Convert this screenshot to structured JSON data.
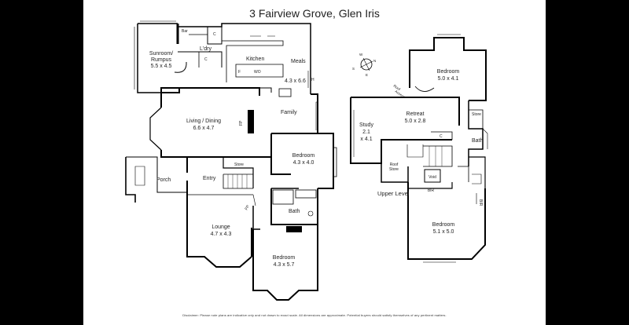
{
  "title": "3 Fairview Grove, Glen Iris",
  "disclaimer": "Disclaimer: Please note plans are indicative only and not drawn to exact scale. All dimensions are approximate. Potential buyers should satisfy themselves of any pertinent matters.",
  "compass": {
    "n": "N",
    "s": "S",
    "e": "E",
    "w": "W"
  },
  "ground": {
    "sunroom": {
      "name": "Sunroom/",
      "name2": "Rumpus",
      "dims": "5.5 x 4.5"
    },
    "bar": "Bar",
    "laundry": "L'dry",
    "c1": "C",
    "c2": "C",
    "kitchen": "Kitchen",
    "fridge": "F",
    "wo": "WO",
    "meals": {
      "name": "Meals",
      "dims": "4.3 x 6.6"
    },
    "h": "H",
    "living": {
      "name": "Living / Dining",
      "dims": "6.6 x 4.7"
    },
    "fp1": "FP",
    "family": "Family",
    "bed1": {
      "name": "Bedroom",
      "dims": "4.3 x 4.0"
    },
    "store": "Store",
    "entry": "Entry",
    "porch": "Porch",
    "bath": "Bath",
    "fp2": "FP",
    "lounge": {
      "name": "Lounge",
      "dims": "4.7 x 4.3"
    },
    "bed2": {
      "name": "Bedroom",
      "dims": "4.3 x 5.7"
    }
  },
  "upper": {
    "label": "Upper Level",
    "bed3": {
      "name": "Bedroom",
      "dims": "5.0 x 4.1"
    },
    "roof_access": "Roof",
    "roof_access2": "Access",
    "retreat": {
      "name": "Retreat",
      "dims": "5.0 x 2.8"
    },
    "store": "Store",
    "study": {
      "name": "Study",
      "dims1": "2.1",
      "dims2": "x 4.1"
    },
    "c": "C",
    "bath": "Bath",
    "roof_store": "Roof",
    "roof_store2": "Store",
    "void": "Void",
    "bir1": "BIR",
    "bir2": "BIR",
    "bed4": {
      "name": "Bedroom",
      "dims": "5.1 x 5.0"
    }
  }
}
